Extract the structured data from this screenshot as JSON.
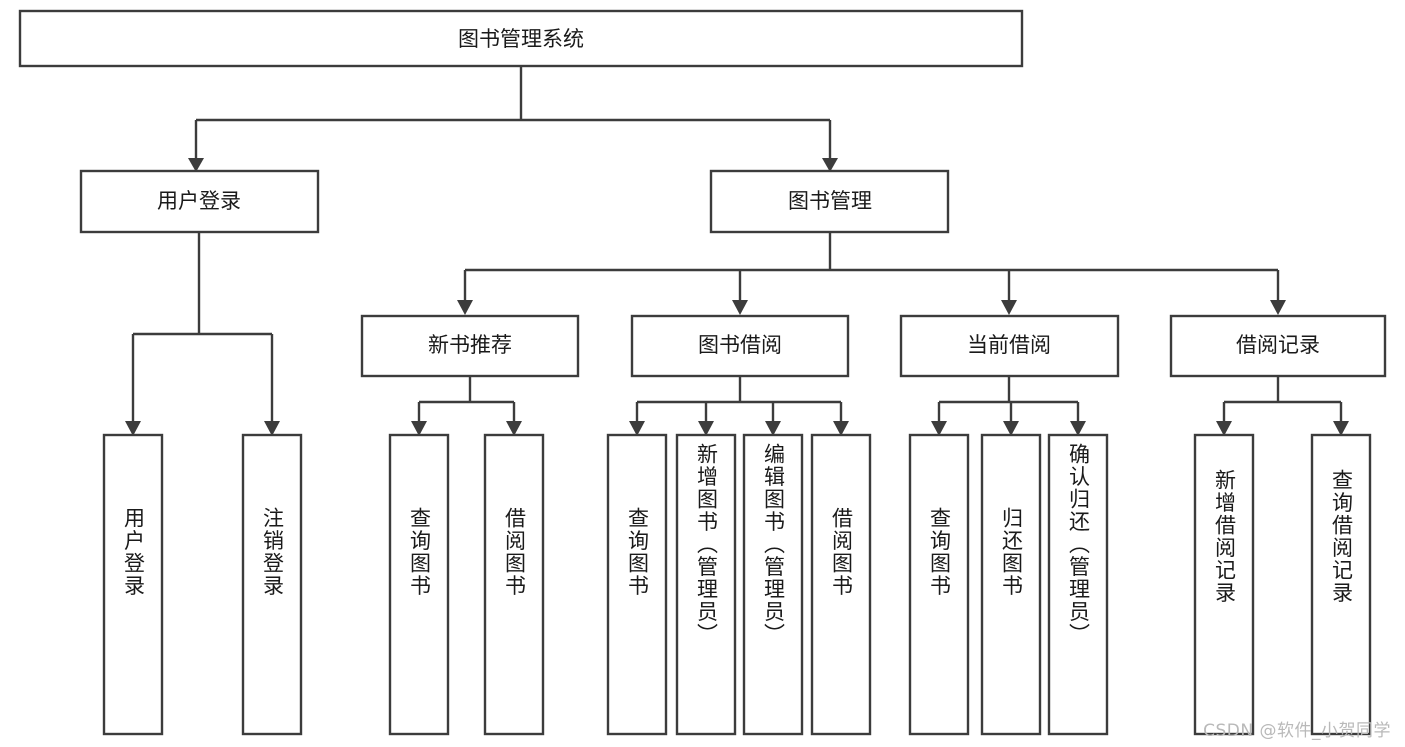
{
  "diagram": {
    "title": "图书管理系统",
    "type": "tree-hierarchy-diagram",
    "orientation": "top-down",
    "colors": {
      "stroke": "#3c3c3c",
      "fill": "#ffffff",
      "text": "#1a1a1a",
      "background": "#ffffff",
      "watermark": "#b9b9b9"
    },
    "root": {
      "label": "图书管理系统"
    },
    "level2": [
      {
        "label": "用户登录"
      },
      {
        "label": "图书管理"
      }
    ],
    "level3": [
      {
        "label": "新书推荐"
      },
      {
        "label": "图书借阅"
      },
      {
        "label": "当前借阅"
      },
      {
        "label": "借阅记录"
      }
    ],
    "leaves": {
      "user_login": [
        {
          "label": "用户登录"
        },
        {
          "label": "注销登录"
        }
      ],
      "new_book_recommend": [
        {
          "label": "查询图书"
        },
        {
          "label": "借阅图书"
        }
      ],
      "book_borrow": [
        {
          "label": "查询图书"
        },
        {
          "label": "新增图书（管理员）"
        },
        {
          "label": "编辑图书（管理员）"
        },
        {
          "label": "借阅图书"
        }
      ],
      "current_borrow": [
        {
          "label": "查询图书"
        },
        {
          "label": "归还图书"
        },
        {
          "label": "确认归还（管理员）"
        }
      ],
      "borrow_record": [
        {
          "label": "新增借阅记录"
        },
        {
          "label": "查询借阅记录"
        }
      ]
    }
  },
  "watermark": {
    "text": "CSDN @软件_小贺同学"
  }
}
